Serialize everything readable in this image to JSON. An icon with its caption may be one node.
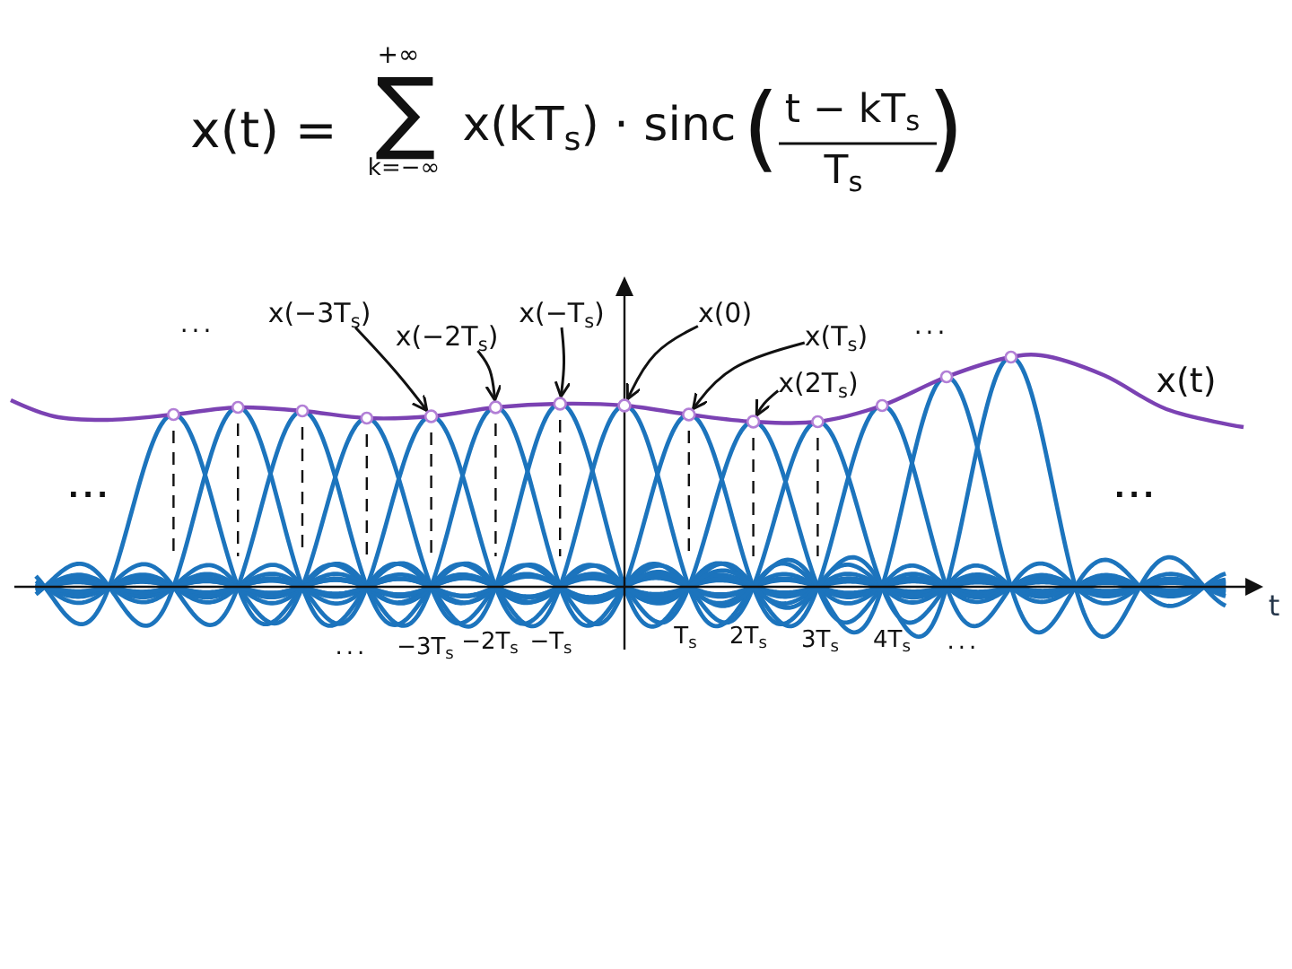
{
  "diagram": {
    "nodes": [
      {
        "text": [
          "x(−3T$_{s}$)"
        ]
      },
      {
        "text": [
          "x(−2T$_{s}$)"
        ]
      },
      {
        "text": [
          "x(−T$_{s}$)"
        ]
      },
      {
        "text": [
          "x(0)"
        ]
      },
      {
        "text": [
          "x(T$_{s}$)"
        ]
      },
      {
        "text": [
          "x(2T$_{s}$)"
        ]
      },
      {
        "text": [],
        "shape": "circle"
      },
      {
        "text": [],
        "shape": "circle"
      },
      {
        "text": [],
        "shape": "circle"
      },
      {
        "text": [],
        "shape": "circle"
      },
      {
        "text": [],
        "shape": "circle"
      },
      {
        "text": [],
        "shape": "circle"
      }
    ],
    "edges": [
      {
        "from": 0,
        "to": 6,
        "arrow": "to"
      },
      {
        "from": 1,
        "to": 7,
        "arrow": "to"
      },
      {
        "from": 2,
        "to": 8,
        "arrow": "to"
      },
      {
        "from": 3,
        "to": 9,
        "arrow": "to"
      },
      {
        "from": 4,
        "to": 10,
        "arrow": "to"
      },
      {
        "from": 5,
        "to": 11,
        "arrow": "to"
      }
    ],
    "labels": [
      "x(t) =",
      "+∞",
      "∑",
      "k=−∞",
      "x(kT$_{s}$) · sinc",
      "(",
      "t − kT$_{s}$",
      "T$_{s}$",
      ")",
      "...",
      "...",
      "x(t)",
      "...",
      "...",
      "t",
      "...",
      "−3T$_{s}$",
      "−2T$_{s}$",
      "−T$_{s}$",
      "T$_{s}$",
      "2T$_{s}$",
      "3T$_{s}$",
      "4T$_{s}$",
      "..."
    ]
  }
}
